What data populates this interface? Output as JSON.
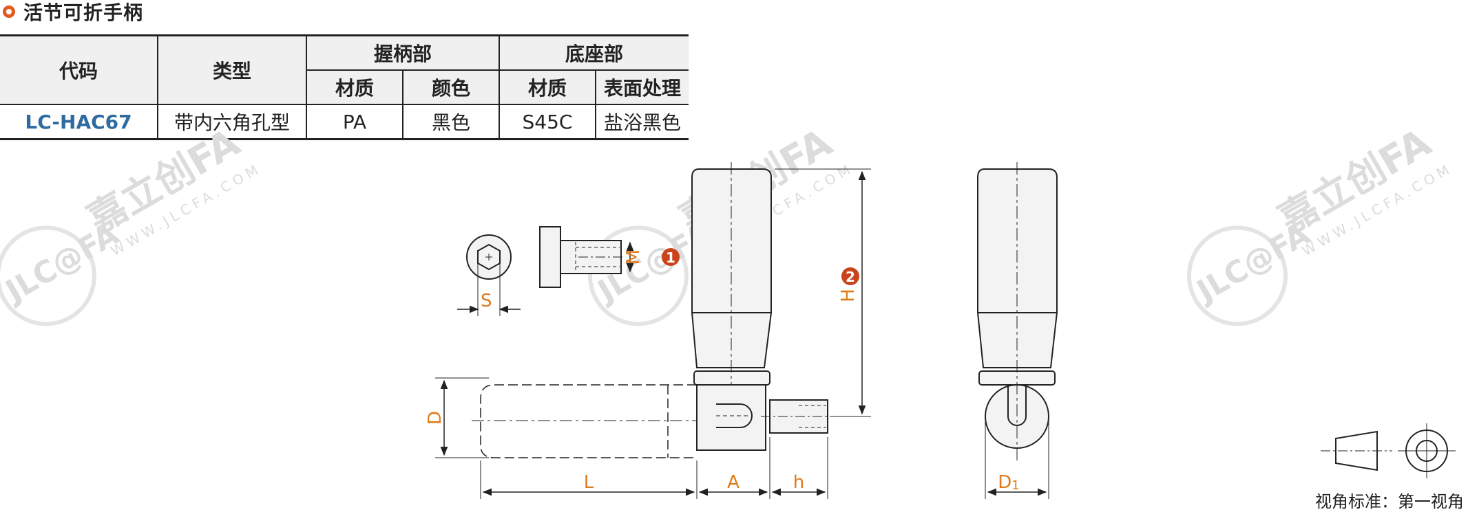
{
  "section": {
    "title": "活节可折手柄"
  },
  "table": {
    "head1": {
      "code": "代码",
      "type": "类型",
      "grip": "握柄部",
      "base": "底座部"
    },
    "head2": {
      "grip_material": "材质",
      "grip_color": "颜色",
      "base_material": "材质",
      "base_finish": "表面处理"
    },
    "row": {
      "code": "LC-HAC67",
      "type": "带内六角孔型",
      "grip_material": "PA",
      "grip_color": "黑色",
      "base_material": "S45C",
      "base_finish": "盐浴黑色"
    }
  },
  "drawing": {
    "labels": {
      "M": "M",
      "S": "S",
      "H": "H",
      "D": "D",
      "L": "L",
      "A": "A",
      "h": "h",
      "D1": "D",
      "D1_sub": "1"
    },
    "callouts": {
      "one": "1",
      "two": "2"
    },
    "watermark": {
      "brand": "嘉立创FA",
      "logo": "JLC@FA",
      "url": "WWW.JLCFA.COM"
    }
  },
  "view_note": "视角标准：第一视角",
  "colors": {
    "accent": "#e35a20",
    "dimension": "#e07a1a",
    "code_text": "#2f6aa0",
    "callout": "#c9431c"
  }
}
